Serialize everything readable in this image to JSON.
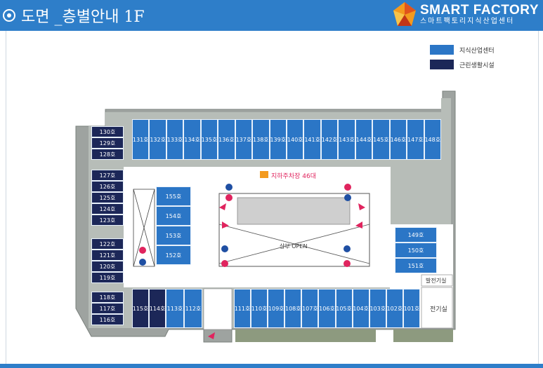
{
  "header": {
    "title": "도면 _층별안내 1F",
    "brand_name": "SMART FACTORY",
    "brand_sub": "스마트팩토리지식산업센터",
    "background": "#2e7ec9"
  },
  "legend": [
    {
      "label": "지식산업센터",
      "color": "#2b76c6"
    },
    {
      "label": "근린생활시설",
      "color": "#1c2758"
    }
  ],
  "rooms": {
    "top_row": [
      "131호",
      "132호",
      "133호",
      "134호",
      "135호",
      "136호",
      "137호",
      "138호",
      "139호",
      "140호",
      "141호",
      "142호",
      "143호",
      "144호",
      "145호",
      "146호",
      "147호",
      "148호"
    ],
    "left_column": [
      "130호",
      "129호",
      "128호",
      "127호",
      "126호",
      "125호",
      "124호",
      "123호",
      "122호",
      "121호",
      "120호",
      "119호",
      "118호",
      "117호",
      "116호"
    ],
    "inner_column": [
      "155호",
      "154호",
      "153호",
      "152호"
    ],
    "bottom_left": [
      "115호",
      "114호",
      "113호",
      "112호"
    ],
    "bottom_row": [
      "111호",
      "110호",
      "109호",
      "108호",
      "107호",
      "106호",
      "105호",
      "104호",
      "103호",
      "102호",
      "101호"
    ],
    "right_column": [
      "149호",
      "150호",
      "151호"
    ]
  },
  "labels": {
    "parking": "지하주차장 46대",
    "open": "상부 OPEN",
    "generator_room": "발전기실",
    "electrical_room": "전기실"
  }
}
